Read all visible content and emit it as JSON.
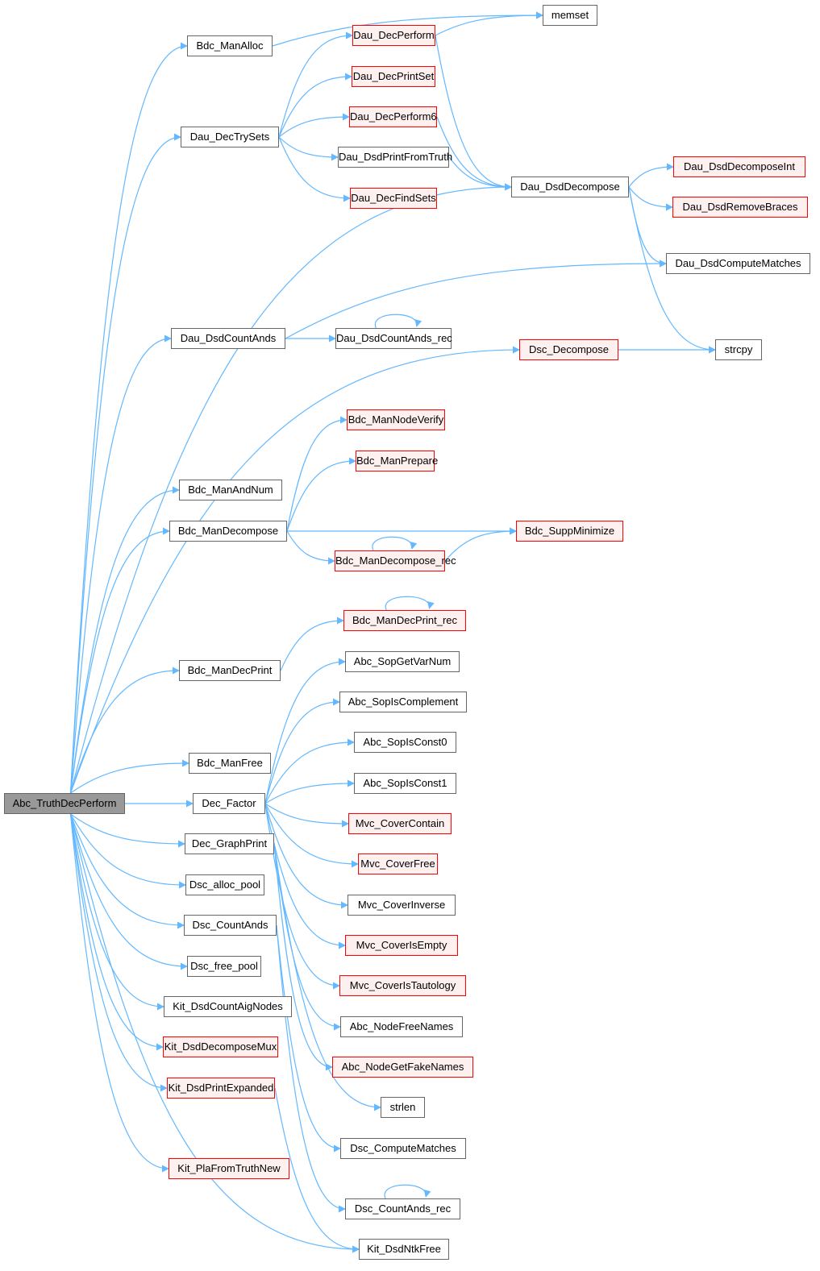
{
  "title": "Abc_TruthDecPerform call graph",
  "colors": {
    "edge": "#63b8ff",
    "node_border": "#666666",
    "red_border": "#ff0000",
    "red_fill": "#fff0f0",
    "root_fill": "#999999"
  },
  "nodes": [
    {
      "id": "root",
      "label": "Abc_TruthDecPerform",
      "kind": "root"
    },
    {
      "id": "bdc_manalloc",
      "label": "Bdc_ManAlloc",
      "kind": "plain"
    },
    {
      "id": "dau_dectrysets",
      "label": "Dau_DecTrySets",
      "kind": "plain"
    },
    {
      "id": "dau_dsdcountands",
      "label": "Dau_DsdCountAnds",
      "kind": "plain"
    },
    {
      "id": "bdc_manandnum",
      "label": "Bdc_ManAndNum",
      "kind": "plain"
    },
    {
      "id": "bdc_mandecompose",
      "label": "Bdc_ManDecompose",
      "kind": "plain"
    },
    {
      "id": "bdc_mandecprint",
      "label": "Bdc_ManDecPrint",
      "kind": "plain"
    },
    {
      "id": "bdc_manfree",
      "label": "Bdc_ManFree",
      "kind": "plain"
    },
    {
      "id": "dec_factor",
      "label": "Dec_Factor",
      "kind": "plain"
    },
    {
      "id": "dec_graphprint",
      "label": "Dec_GraphPrint",
      "kind": "plain"
    },
    {
      "id": "dsc_alloc_pool",
      "label": "Dsc_alloc_pool",
      "kind": "plain"
    },
    {
      "id": "dsc_countands",
      "label": "Dsc_CountAnds",
      "kind": "plain"
    },
    {
      "id": "dsc_free_pool",
      "label": "Dsc_free_pool",
      "kind": "plain"
    },
    {
      "id": "kit_dsdcountaignodes",
      "label": "Kit_DsdCountAigNodes",
      "kind": "plain"
    },
    {
      "id": "kit_dsddecomposemux",
      "label": "Kit_DsdDecomposeMux",
      "kind": "red"
    },
    {
      "id": "kit_dsdprintexpanded",
      "label": "Kit_DsdPrintExpanded",
      "kind": "red"
    },
    {
      "id": "kit_plafromtruthnew",
      "label": "Kit_PlaFromTruthNew",
      "kind": "red"
    },
    {
      "id": "dau_decperform",
      "label": "Dau_DecPerform",
      "kind": "red"
    },
    {
      "id": "dau_decprintset",
      "label": "Dau_DecPrintSet",
      "kind": "red"
    },
    {
      "id": "dau_decperform6",
      "label": "Dau_DecPerform6",
      "kind": "red"
    },
    {
      "id": "dau_dsdprintfromtruth",
      "label": "Dau_DsdPrintFromTruth",
      "kind": "plain"
    },
    {
      "id": "dau_decfindsets",
      "label": "Dau_DecFindSets",
      "kind": "red"
    },
    {
      "id": "dau_dsdcountands_rec",
      "label": "Dau_DsdCountAnds_rec",
      "kind": "plain"
    },
    {
      "id": "dsc_decompose",
      "label": "Dsc_Decompose",
      "kind": "red"
    },
    {
      "id": "bdc_mannodeverify",
      "label": "Bdc_ManNodeVerify",
      "kind": "red"
    },
    {
      "id": "bdc_manprepare",
      "label": "Bdc_ManPrepare",
      "kind": "red"
    },
    {
      "id": "bdc_mandecompose_rec",
      "label": "Bdc_ManDecompose_rec",
      "kind": "red"
    },
    {
      "id": "bdc_mandecprint_rec",
      "label": "Bdc_ManDecPrint_rec",
      "kind": "red"
    },
    {
      "id": "abc_sopgetvarnum",
      "label": "Abc_SopGetVarNum",
      "kind": "plain"
    },
    {
      "id": "abc_sopiscomplement",
      "label": "Abc_SopIsComplement",
      "kind": "plain"
    },
    {
      "id": "abc_sopisconst0",
      "label": "Abc_SopIsConst0",
      "kind": "plain"
    },
    {
      "id": "abc_sopisconst1",
      "label": "Abc_SopIsConst1",
      "kind": "plain"
    },
    {
      "id": "mvc_covercontain",
      "label": "Mvc_CoverContain",
      "kind": "red"
    },
    {
      "id": "mvc_coverfree",
      "label": "Mvc_CoverFree",
      "kind": "red"
    },
    {
      "id": "mvc_coverinverse",
      "label": "Mvc_CoverInverse",
      "kind": "plain"
    },
    {
      "id": "mvc_coverisempty",
      "label": "Mvc_CoverIsEmpty",
      "kind": "red"
    },
    {
      "id": "mvc_coveristautology",
      "label": "Mvc_CoverIsTautology",
      "kind": "red"
    },
    {
      "id": "abc_nodefreenames",
      "label": "Abc_NodeFreeNames",
      "kind": "plain"
    },
    {
      "id": "abc_nodegetfakenames",
      "label": "Abc_NodeGetFakeNames",
      "kind": "red"
    },
    {
      "id": "strlen",
      "label": "strlen",
      "kind": "plain"
    },
    {
      "id": "dsc_computematches",
      "label": "Dsc_ComputeMatches",
      "kind": "plain"
    },
    {
      "id": "dsc_countands_rec",
      "label": "Dsc_CountAnds_rec",
      "kind": "plain"
    },
    {
      "id": "kit_dsdntkfree",
      "label": "Kit_DsdNtkFree",
      "kind": "plain"
    },
    {
      "id": "memset",
      "label": "memset",
      "kind": "plain"
    },
    {
      "id": "dau_dsddecompose",
      "label": "Dau_DsdDecompose",
      "kind": "plain"
    },
    {
      "id": "dau_dsdcomputematches",
      "label": "Dau_DsdComputeMatches",
      "kind": "plain"
    },
    {
      "id": "strcpy",
      "label": "strcpy",
      "kind": "plain"
    },
    {
      "id": "bdc_suppminimize",
      "label": "Bdc_SuppMinimize",
      "kind": "red"
    },
    {
      "id": "dau_dsddecomposeint",
      "label": "Dau_DsdDecomposeInt",
      "kind": "red"
    },
    {
      "id": "dau_dsdremovebraces",
      "label": "Dau_DsdRemoveBraces",
      "kind": "red"
    }
  ],
  "edges": [
    [
      "root",
      "bdc_manalloc"
    ],
    [
      "root",
      "dau_dectrysets"
    ],
    [
      "root",
      "dau_dsddecompose"
    ],
    [
      "root",
      "dau_dsdcountands"
    ],
    [
      "root",
      "dsc_decompose"
    ],
    [
      "root",
      "bdc_manandnum"
    ],
    [
      "root",
      "bdc_mandecompose"
    ],
    [
      "root",
      "bdc_mandecprint"
    ],
    [
      "root",
      "bdc_manfree"
    ],
    [
      "root",
      "dec_factor"
    ],
    [
      "root",
      "dec_graphprint"
    ],
    [
      "root",
      "dsc_alloc_pool"
    ],
    [
      "root",
      "dsc_countands"
    ],
    [
      "root",
      "dsc_free_pool"
    ],
    [
      "root",
      "kit_dsdcountaignodes"
    ],
    [
      "root",
      "kit_dsddecomposemux"
    ],
    [
      "root",
      "kit_dsdprintexpanded"
    ],
    [
      "root",
      "kit_plafromtruthnew"
    ],
    [
      "root",
      "kit_dsdntkfree"
    ],
    [
      "bdc_manalloc",
      "memset"
    ],
    [
      "dau_dectrysets",
      "dau_decperform"
    ],
    [
      "dau_dectrysets",
      "dau_decprintset"
    ],
    [
      "dau_dectrysets",
      "dau_decperform6"
    ],
    [
      "dau_dectrysets",
      "dau_dsdprintfromtruth"
    ],
    [
      "dau_dectrysets",
      "dau_decfindsets"
    ],
    [
      "dau_decperform",
      "memset"
    ],
    [
      "dau_decperform",
      "dau_dsddecompose"
    ],
    [
      "dau_decperform6",
      "dau_dsddecompose"
    ],
    [
      "dau_dsdprintfromtruth",
      "dau_dsddecompose"
    ],
    [
      "dau_dsddecompose",
      "dau_dsddecomposeint"
    ],
    [
      "dau_dsddecompose",
      "dau_dsdremovebraces"
    ],
    [
      "dau_dsddecompose",
      "dau_dsdcomputematches"
    ],
    [
      "dau_dsddecompose",
      "strcpy"
    ],
    [
      "dau_dsdcountands",
      "dau_dsdcomputematches"
    ],
    [
      "dau_dsdcountands",
      "dau_dsdcountands_rec"
    ],
    [
      "dau_dsdcountands_rec",
      "dau_dsdcountands_rec"
    ],
    [
      "dsc_decompose",
      "strcpy"
    ],
    [
      "bdc_mandecompose",
      "bdc_mannodeverify"
    ],
    [
      "bdc_mandecompose",
      "bdc_manprepare"
    ],
    [
      "bdc_mandecompose",
      "bdc_suppminimize"
    ],
    [
      "bdc_mandecompose",
      "bdc_mandecompose_rec"
    ],
    [
      "bdc_mandecompose_rec",
      "bdc_mandecompose_rec"
    ],
    [
      "bdc_mandecompose_rec",
      "bdc_suppminimize"
    ],
    [
      "bdc_mandecprint",
      "bdc_mandecprint_rec"
    ],
    [
      "bdc_mandecprint_rec",
      "bdc_mandecprint_rec"
    ],
    [
      "dec_factor",
      "abc_sopgetvarnum"
    ],
    [
      "dec_factor",
      "abc_sopiscomplement"
    ],
    [
      "dec_factor",
      "abc_sopisconst0"
    ],
    [
      "dec_factor",
      "abc_sopisconst1"
    ],
    [
      "dec_factor",
      "mvc_covercontain"
    ],
    [
      "dec_factor",
      "mvc_coverfree"
    ],
    [
      "dec_factor",
      "mvc_coverinverse"
    ],
    [
      "dec_factor",
      "mvc_coverisempty"
    ],
    [
      "dec_factor",
      "mvc_coveristautology"
    ],
    [
      "dec_graphprint",
      "abc_nodefreenames"
    ],
    [
      "dec_graphprint",
      "abc_nodegetfakenames"
    ],
    [
      "dec_graphprint",
      "strlen"
    ],
    [
      "dsc_countands",
      "dsc_computematches"
    ],
    [
      "dsc_countands",
      "dsc_countands_rec"
    ],
    [
      "dsc_countands_rec",
      "dsc_countands_rec"
    ],
    [
      "kit_dsdprintexpanded",
      "kit_dsdntkfree"
    ]
  ]
}
